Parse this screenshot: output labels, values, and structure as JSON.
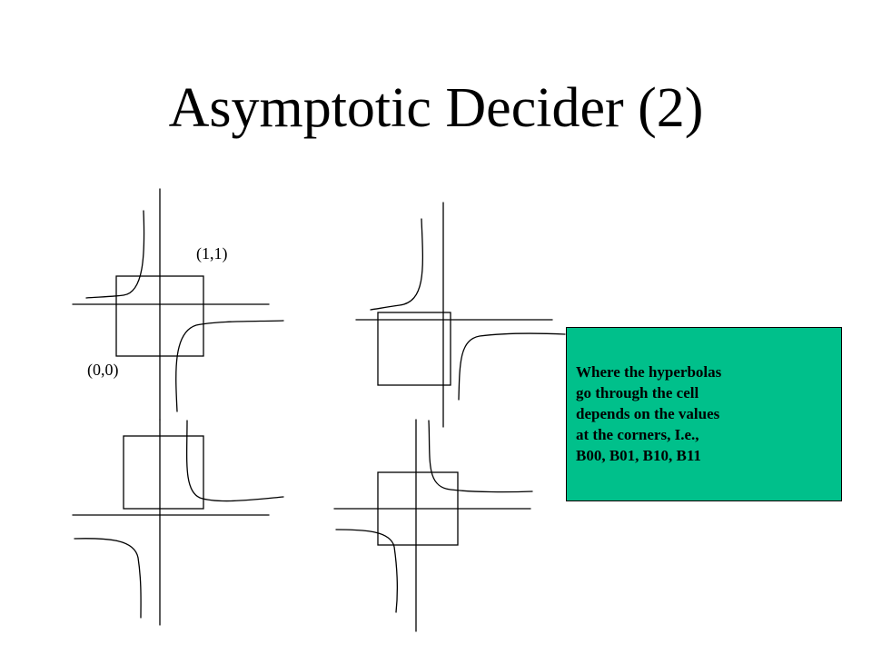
{
  "slide": {
    "title": "Asymptotic Decider (2)",
    "labels": {
      "corner_top": "(1,1)",
      "corner_bottom": "(0,0)"
    },
    "callout": {
      "lines": [
        "Where the hyperbolas",
        "go through the cell",
        "depends on the values",
        "at the corners, I.e.,",
        "B00, B01, B10, B11"
      ],
      "background_color": "#00c08b"
    }
  }
}
